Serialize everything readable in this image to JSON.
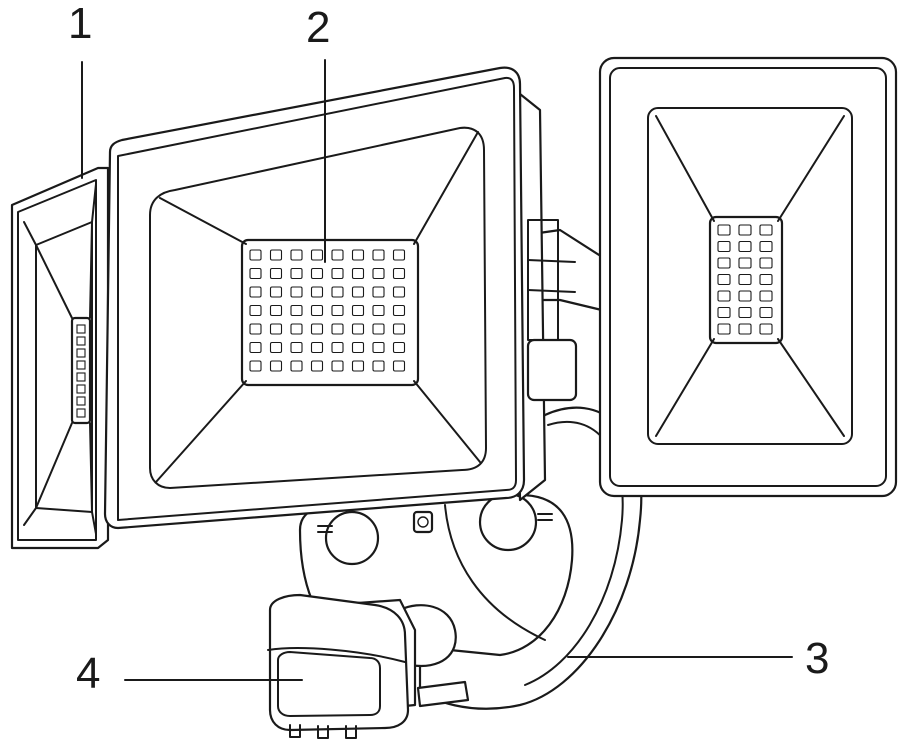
{
  "figure": {
    "type": "product-parts-diagram",
    "callouts": [
      {
        "id": "1",
        "label": "1"
      },
      {
        "id": "2",
        "label": "2"
      },
      {
        "id": "3",
        "label": "3"
      },
      {
        "id": "4",
        "label": "4"
      }
    ],
    "colors": {
      "line": "#1a1a1a",
      "background": "#ffffff"
    }
  }
}
